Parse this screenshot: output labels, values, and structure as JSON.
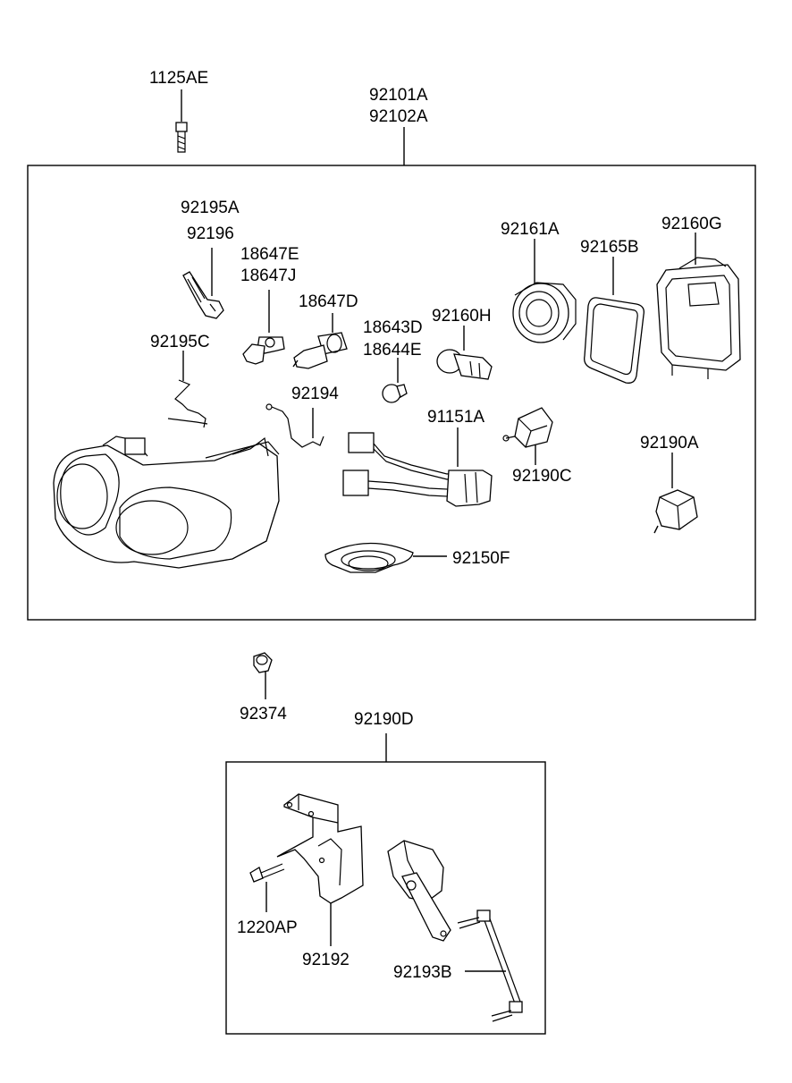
{
  "diagram": {
    "labels": {
      "p1125AE": "1125AE",
      "p92101A": "92101A",
      "p92102A": "92102A",
      "p92195A": "92195A",
      "p92196": "92196",
      "p18647E": "18647E",
      "p18647J": "18647J",
      "p18647D": "18647D",
      "p92161A": "92161A",
      "p92165B": "92165B",
      "p92160G": "92160G",
      "p92195C": "92195C",
      "p18643D": "18643D",
      "p18644E": "18644E",
      "p92160H": "92160H",
      "p92194": "92194",
      "p91151A": "91151A",
      "p92190A": "92190A",
      "p92190C": "92190C",
      "p92150F": "92150F",
      "p92374": "92374",
      "p92190D": "92190D",
      "p1220AP": "1220AP",
      "p92192": "92192",
      "p92193B": "92193B"
    }
  }
}
